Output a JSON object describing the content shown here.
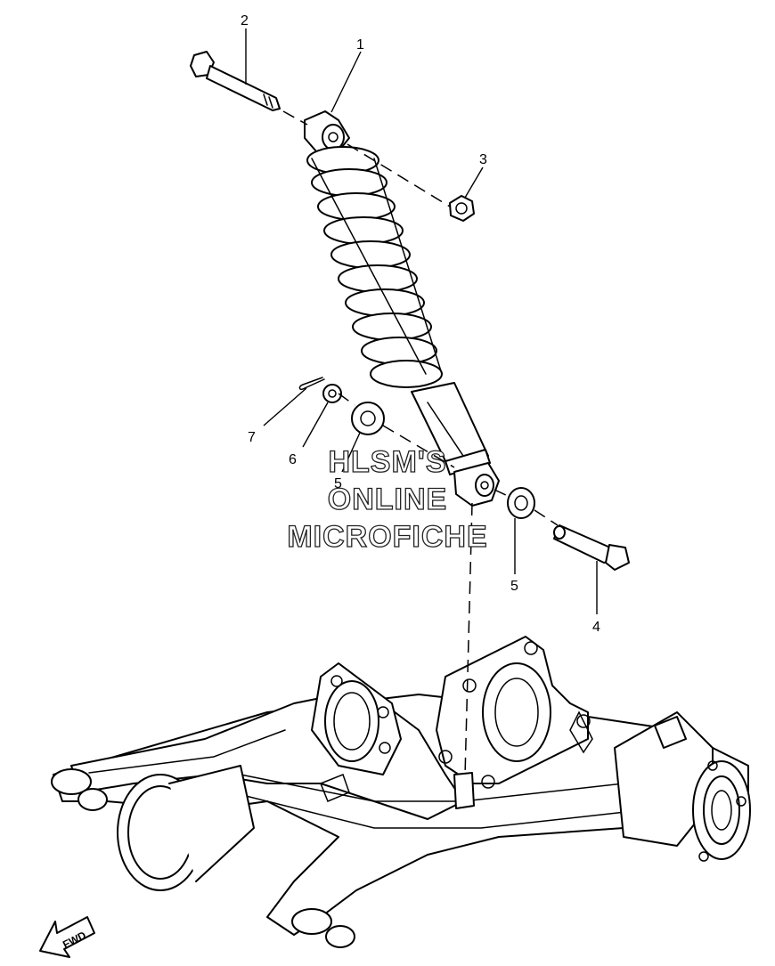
{
  "callouts": [
    "1",
    "2",
    "3",
    "4",
    "5",
    "5",
    "6",
    "7"
  ],
  "watermark": {
    "line1": "HLSM'S",
    "line2": "ONLINE",
    "line3": "MICROFICHE"
  },
  "direction_label": "FWD"
}
